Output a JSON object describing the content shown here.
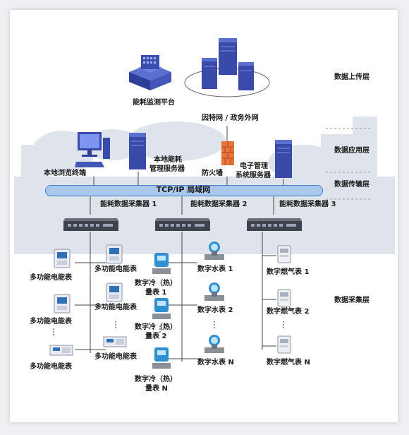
{
  "layers": {
    "upload": "数据上传层",
    "application": "数据应用层",
    "transport": "数据传输层",
    "acquisition": "数据采集层"
  },
  "top": {
    "platform": "能耗监测平台",
    "internet": "因特网 / 政务外网"
  },
  "app": {
    "local_terminal": "本地浏览终端",
    "local_server_l1": "本地能耗",
    "local_server_l2": "管理服务器",
    "firewall": "防火墙",
    "email_server_l1": "电子管理",
    "email_server_l2": "系统服务器"
  },
  "network": {
    "bus": "TCP/IP 局域网"
  },
  "collectors": [
    "能耗数据采集器 1",
    "能耗数据采集器 2",
    "能耗数据采集器 3"
  ],
  "meters": {
    "col1": [
      "多功能电能表",
      "多功能电能表",
      "多功能电能表"
    ],
    "col2": [
      "多功能电能表",
      "多功能电能表",
      "多功能电能表"
    ],
    "col3": [
      {
        "l1": "数字冷（热）",
        "l2": "量表 1"
      },
      {
        "l1": "数字冷（热）",
        "l2": "量表 2"
      },
      {
        "l1": "数字冷（热）",
        "l2": "量表 N"
      }
    ],
    "col4": [
      "数字水表 1",
      "数字水表 2",
      "数字水表 N"
    ],
    "col5": [
      "数字燃气表 1",
      "数字燃气表 2",
      "数字燃气表 N"
    ]
  },
  "colors": {
    "bus": "#a9c8ec",
    "bus_border": "#3f7fc8",
    "server": "#3a4aa8",
    "line": "#444444",
    "firewall": "#e8743a"
  }
}
